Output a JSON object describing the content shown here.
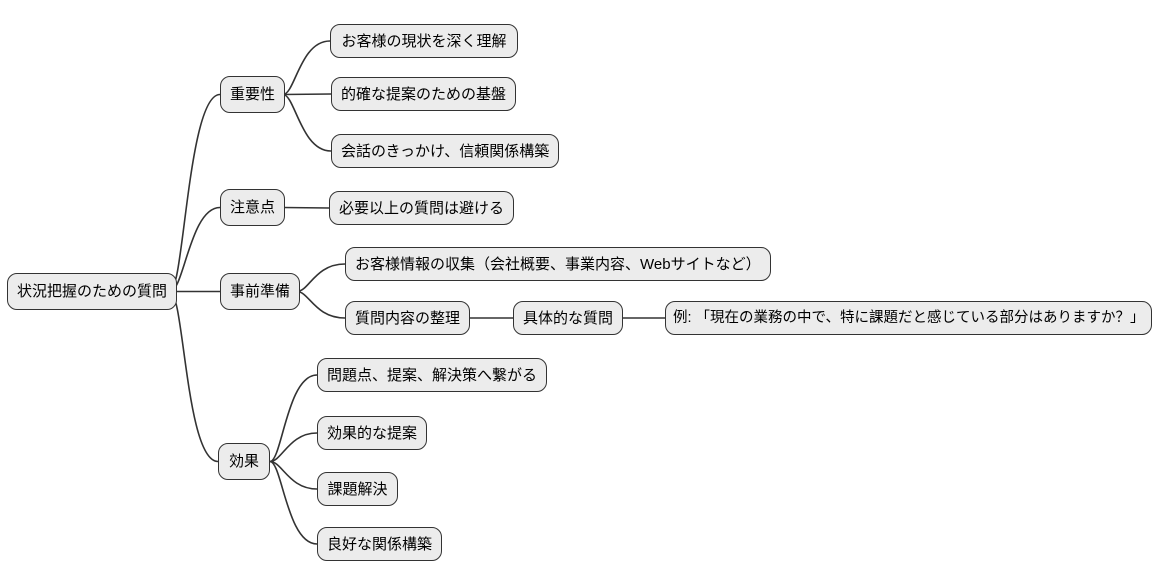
{
  "diagram": {
    "type": "mindmap",
    "root": {
      "label": "状況把握のための質問"
    },
    "branches": [
      {
        "label": "重要性",
        "children": [
          {
            "label": "お客様の現状を深く理解"
          },
          {
            "label": "的確な提案のための基盤"
          },
          {
            "label": "会話のきっかけ、信頼関係構築"
          }
        ]
      },
      {
        "label": "注意点",
        "children": [
          {
            "label": "必要以上の質問は避ける"
          }
        ]
      },
      {
        "label": "事前準備",
        "children": [
          {
            "label": "お客様情報の収集（会社概要、事業内容、Webサイトなど）"
          },
          {
            "label": "質問内容の整理",
            "children": [
              {
                "label": "具体的な質問",
                "children": [
                  {
                    "label": "例: 「現在の業務の中で、特に課題だと感じている部分はありますか？」"
                  }
                ]
              }
            ]
          }
        ]
      },
      {
        "label": "効果",
        "children": [
          {
            "label": "問題点、提案、解決策へ繋がる"
          },
          {
            "label": "効果的な提案"
          },
          {
            "label": "課題解決"
          },
          {
            "label": "良好な関係構築"
          }
        ]
      }
    ]
  },
  "style": {
    "background": "#ffffff",
    "node_fill": "#ececec",
    "node_border": "#333333",
    "edge_color": "#333333",
    "text_color": "#000000"
  }
}
